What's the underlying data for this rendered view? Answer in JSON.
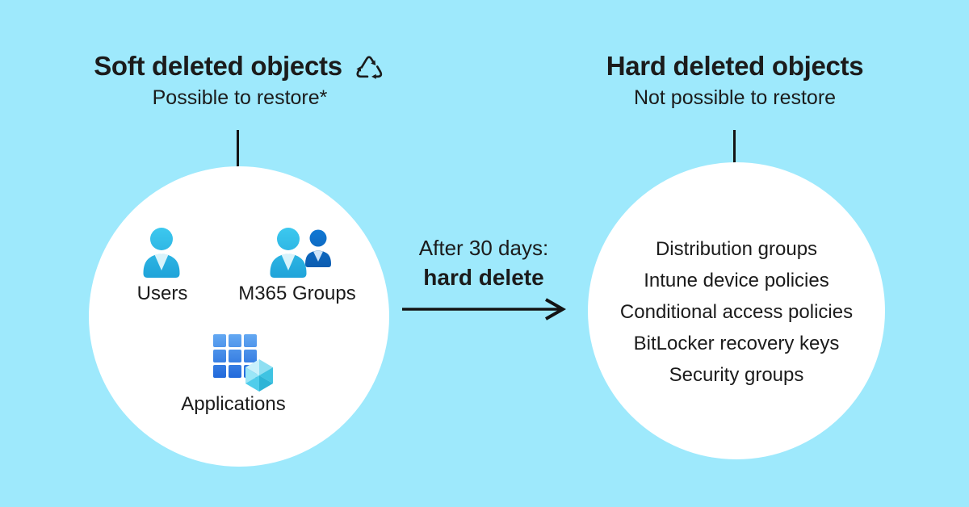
{
  "background_color": "#9EE9FC",
  "text_color": "#1B1B1B",
  "left_panel": {
    "title": "Soft deleted objects",
    "title_icon": "recycle-icon",
    "subtitle": "Possible to restore*",
    "bubble_items": [
      {
        "icon": "user-icon",
        "label": "Users"
      },
      {
        "icon": "m365-groups-icon",
        "label": "M365 Groups"
      },
      {
        "icon": "applications-icon",
        "label": "Applications"
      }
    ]
  },
  "transition": {
    "caption_line1": "After 30 days:",
    "caption_line2": "hard delete",
    "arrow_icon": "right-arrow-icon"
  },
  "right_panel": {
    "title": "Hard deleted objects",
    "subtitle": "Not possible to restore",
    "bubble_items": [
      "Distribution groups",
      "Intune device policies",
      "Conditional access policies",
      "BitLocker recovery keys",
      "Security groups"
    ]
  },
  "icon_colors": {
    "person_cyan_top": "#3DC9EF",
    "person_cyan_bottom": "#1FA3D9",
    "person_vneck_light": "#D9F3FB",
    "person_dark_blue_top": "#1178D4",
    "person_dark_blue_bottom": "#0B5CB0",
    "person_dark_vneck": "#CFE4F8",
    "app_grid_top": "#63A8F2",
    "app_grid_bottom": "#1F67DA",
    "cube_light": "#C9F1FB",
    "cube_medium": "#8EDFF2",
    "cube_dark": "#2DB4D6"
  }
}
